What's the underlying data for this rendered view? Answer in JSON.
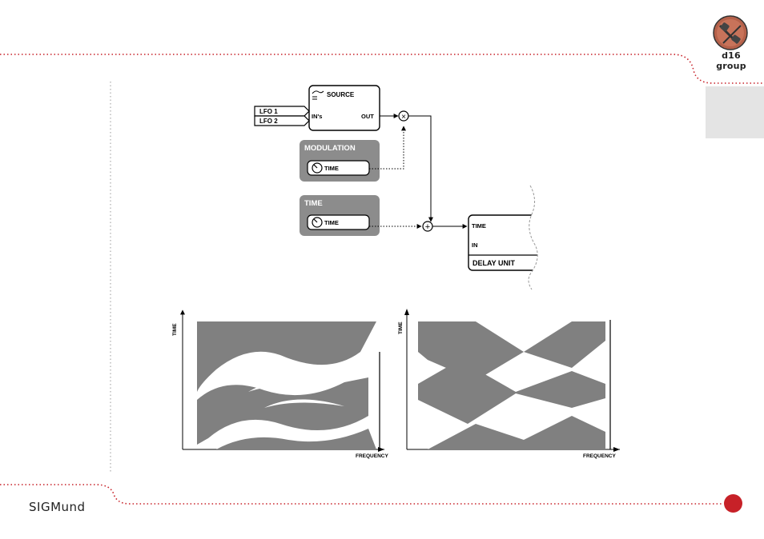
{
  "brand": {
    "name": "d16 group"
  },
  "footer": {
    "product": "SIGMund"
  },
  "colors": {
    "accent": "#c72128",
    "panel": "#8c8c8c",
    "side_tab": "#e4e4e4",
    "spectro": "#808080"
  },
  "diagram": {
    "source_label": "SOURCE",
    "ins_label": "IN's",
    "out_label": "OUT",
    "lfo1_label": "LFO 1",
    "lfo2_label": "LFO 2",
    "modulation_title": "MODULATION",
    "modulation_knob_label": "TIME",
    "time_title": "TIME",
    "time_knob_label": "TIME",
    "multiply_symbol": "×",
    "sum_symbol": "+",
    "delay_time_label": "TIME",
    "delay_in_label": "IN",
    "delay_unit_label": "DELAY UNIT"
  },
  "charts": [
    {
      "ylabel": "TIME",
      "xlabel": "FREQUENCY"
    },
    {
      "ylabel": "TIME",
      "xlabel": "FREQUENCY"
    }
  ]
}
